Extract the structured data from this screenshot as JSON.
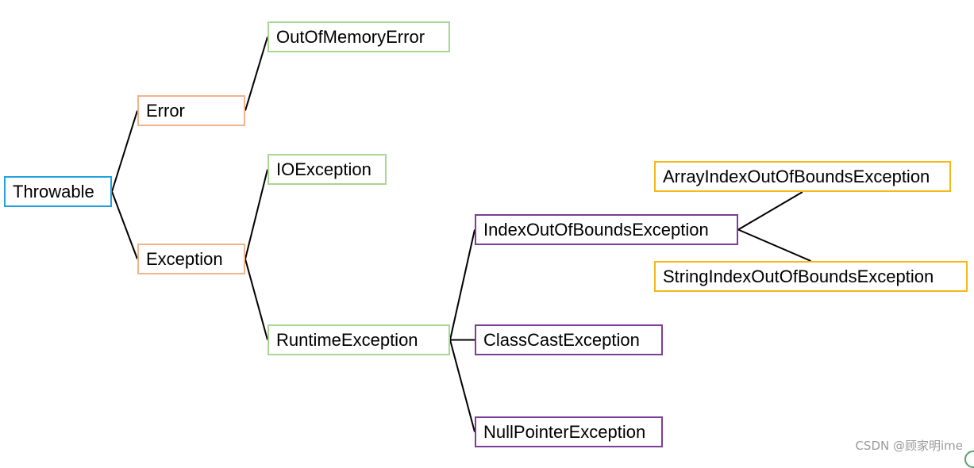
{
  "diagram": {
    "nodes": {
      "throwable": "Throwable",
      "error": "Error",
      "exception": "Exception",
      "out_of_memory_error": "OutOfMemoryError",
      "io_exception": "IOException",
      "runtime_exception": "RuntimeException",
      "index_out_of_bounds_exception": "IndexOutOfBoundsException",
      "class_cast_exception": "ClassCastException",
      "null_pointer_exception": "NullPointerException",
      "array_index_out_of_bounds_exception": "ArrayIndexOutOfBoundsException",
      "string_index_out_of_bounds_exception": "StringIndexOutOfBoundsException"
    },
    "edges": [
      [
        "throwable",
        "error"
      ],
      [
        "throwable",
        "exception"
      ],
      [
        "error",
        "out_of_memory_error"
      ],
      [
        "exception",
        "io_exception"
      ],
      [
        "exception",
        "runtime_exception"
      ],
      [
        "runtime_exception",
        "index_out_of_bounds_exception"
      ],
      [
        "runtime_exception",
        "class_cast_exception"
      ],
      [
        "runtime_exception",
        "null_pointer_exception"
      ],
      [
        "index_out_of_bounds_exception",
        "array_index_out_of_bounds_exception"
      ],
      [
        "index_out_of_bounds_exception",
        "string_index_out_of_bounds_exception"
      ]
    ],
    "colors": {
      "root_border": "#1fa3e0",
      "level1_border": "#f0b48e",
      "level2_border": "#a9d694",
      "level3_border": "#7a3d9a",
      "level4_border": "#f5b816",
      "connector": "#000000"
    }
  },
  "watermark": "CSDN @顾家明ime"
}
